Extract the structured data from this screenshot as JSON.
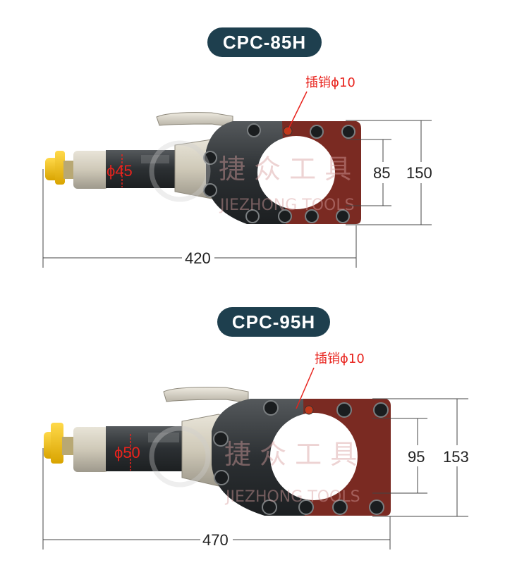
{
  "products": [
    {
      "model": "CPC-85H",
      "pin_label": "插销ϕ10",
      "cylinder_diameter": "ϕ45",
      "jaw_opening": "85",
      "head_height": "150",
      "total_length": "420"
    },
    {
      "model": "CPC-95H",
      "pin_label": "插销ϕ10",
      "cylinder_diameter": "ϕ50",
      "jaw_opening": "95",
      "head_height": "153",
      "total_length": "470"
    }
  ],
  "watermark": {
    "brand_cn": "捷 众 工 具",
    "brand_en": "JIEZHONG TOOLS"
  },
  "colors": {
    "pill_bg": "#1e3f4e",
    "annotation_red": "#e8231d",
    "jaw_red": "#7a2a22",
    "body_dark": "#33383c",
    "chrome": "#c9c4b6",
    "coupler_yellow": "#f4c417"
  }
}
